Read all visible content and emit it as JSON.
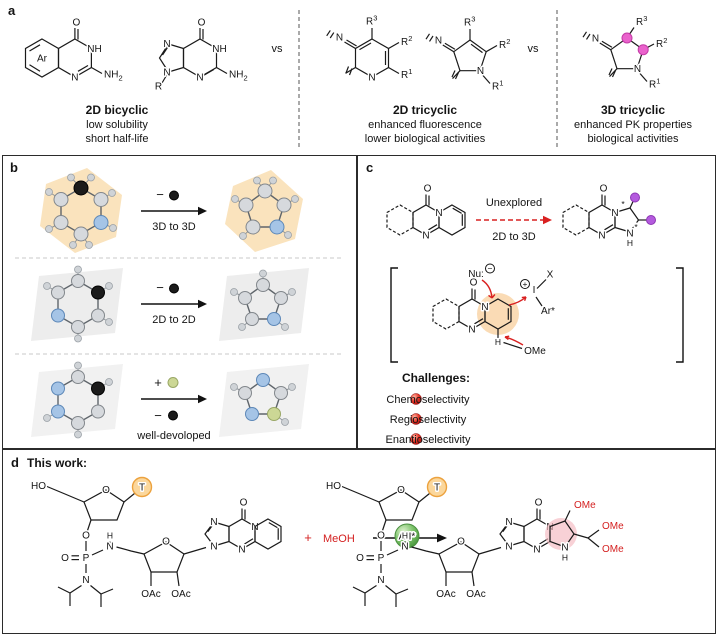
{
  "figure": {
    "panel_a": "a",
    "panel_b": "b",
    "panel_c": "c",
    "panel_d": "d"
  },
  "atoms": {
    "O": "O",
    "N": "N",
    "NH": "NH",
    "H": "H",
    "P": "P",
    "HO": "HO",
    "T": "T",
    "Ar": "Ar",
    "R": "R",
    "X": "X",
    "I": "I",
    "ArStar": "Ar*",
    "OAc": "OAc",
    "OMe": "OMe",
    "Nu": "Nu:",
    "star": "*",
    "plus": "+",
    "minus": "−",
    "sub2": "2",
    "sup1": "1",
    "sup2": "2",
    "sup3": "3"
  },
  "panel_a": {
    "vs1": "vs",
    "vs2": "vs",
    "bicyclic": {
      "title": "2D bicyclic",
      "line1": "low solubility",
      "line2": "short half-life"
    },
    "tricyclic2d": {
      "title": "2D tricyclic",
      "line1": "enhanced fluorescence",
      "line2": "lower biological activities"
    },
    "tricyclic3d": {
      "title": "3D tricyclic",
      "line1": "enhanced PK properties",
      "line2": "biological activities"
    }
  },
  "panel_b": {
    "row1_label": "3D to 3D",
    "row2_label": "2D to 2D",
    "row3_label": "well-devoloped"
  },
  "panel_c": {
    "arrow_top": "Unexplored",
    "arrow_bottom": "2D to 3D",
    "challenges_title": "Challenges:",
    "challenges": [
      "Chemoselectivity",
      "Regioselectivity",
      "Enantioselectivity"
    ]
  },
  "panel_d": {
    "title": "This work:",
    "reagent": "MeOH",
    "catalyst": "ArI*"
  }
}
